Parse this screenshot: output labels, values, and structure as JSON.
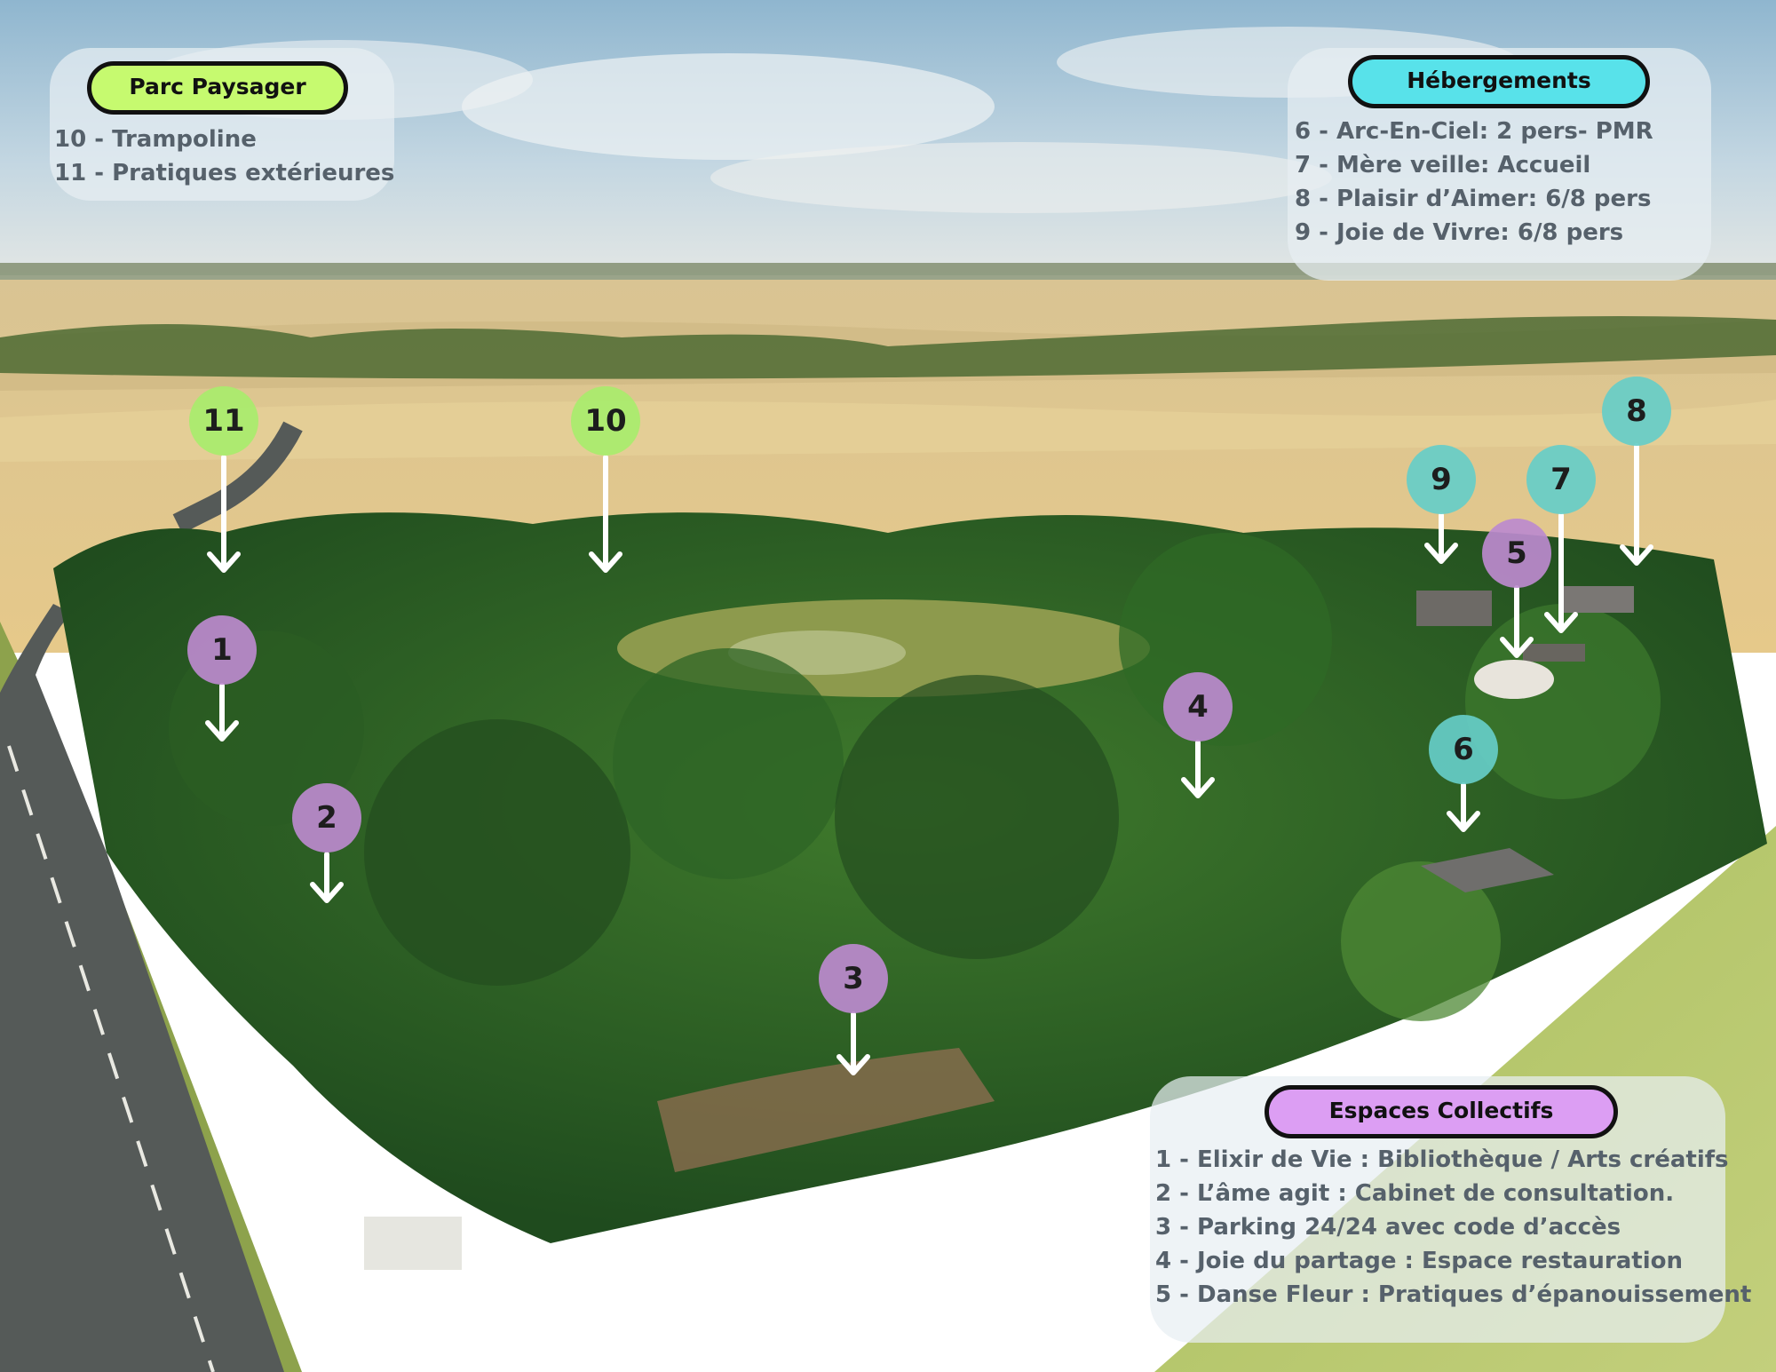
{
  "legends": {
    "parc": {
      "title": "Parc Paysager",
      "color": "#c6fa6f",
      "items": [
        "10 - Trampoline",
        "11 - Pratiques extérieures"
      ]
    },
    "hebergements": {
      "title": "Hébergements",
      "color": "#58e2ea",
      "items": [
        "6 - Arc-En-Ciel: 2 pers- PMR",
        "7 - Mère veille: Accueil",
        "8 - Plaisir d’Aimer: 6/8 pers",
        "9 - Joie de Vivre: 6/8 pers"
      ]
    },
    "espaces": {
      "title": "Espaces Collectifs",
      "color": "#dc9ef3",
      "items": [
        "1 - Elixir de Vie : Bibliothèque / Arts créatifs",
        "2 - L’âme agit : Cabinet de consultation.",
        "3 - Parking 24/24 avec code d’accès",
        "4 - Joie du partage : Espace restauration",
        "5 - Danse Fleur : Pratiques d’épanouissement"
      ]
    }
  },
  "markers": {
    "m1": "1",
    "m2": "2",
    "m3": "3",
    "m4": "4",
    "m5": "5",
    "m6": "6",
    "m7": "7",
    "m8": "8",
    "m9": "9",
    "m10": "10",
    "m11": "11"
  }
}
